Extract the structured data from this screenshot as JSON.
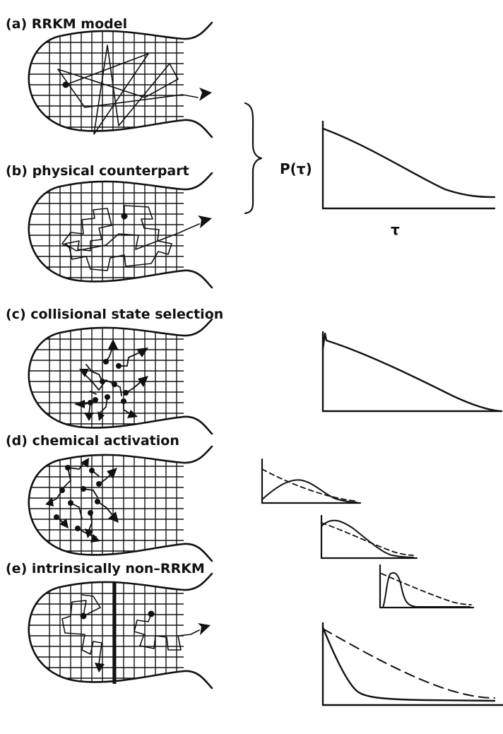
{
  "panels": [
    {
      "id": "a",
      "label": "(a) RRKM model"
    },
    {
      "id": "b",
      "label": "(b) physical counterpart"
    },
    {
      "id": "c",
      "label": "(c) collisional state selection"
    },
    {
      "id": "d",
      "label": "(d) chemical activation"
    },
    {
      "id": "e",
      "label": "(e) intrinsically non–RRKM"
    }
  ],
  "plot_ab": {
    "ylabel": "P(τ)",
    "xlabel": "τ"
  },
  "colors": {
    "ink": "#111111",
    "background": "#ffffff"
  }
}
